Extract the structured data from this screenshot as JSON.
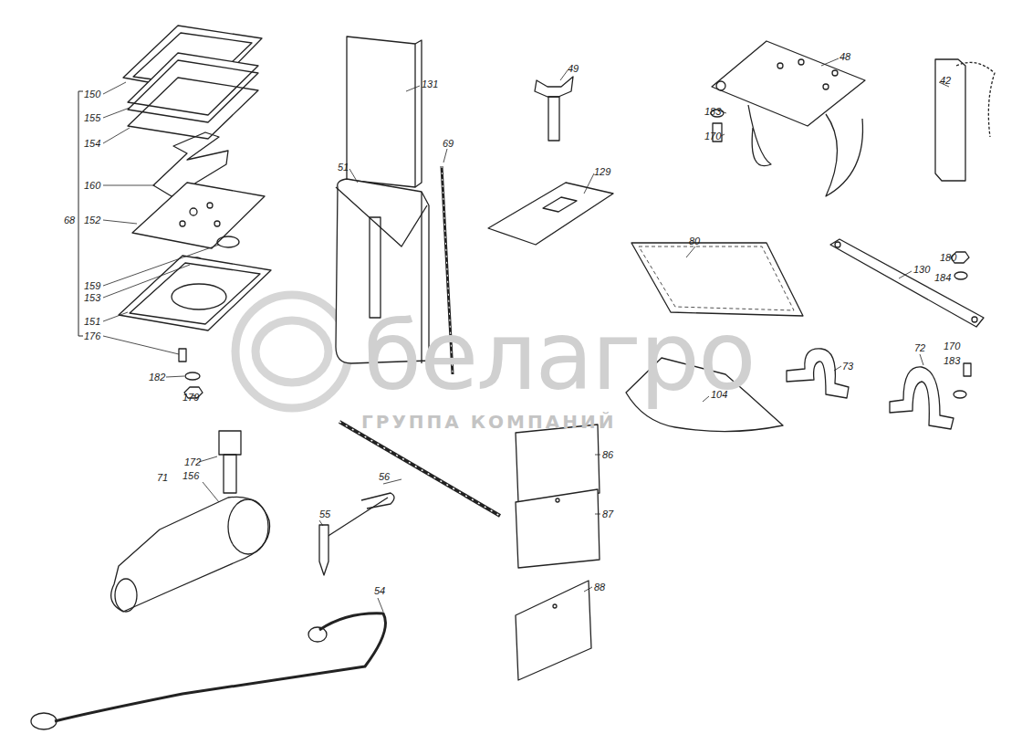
{
  "diagram": {
    "labels": [
      "150",
      "155",
      "154",
      "160",
      "68",
      "152",
      "159",
      "153",
      "151",
      "176",
      "182",
      "179",
      "131",
      "51",
      "69",
      "49",
      "129",
      "48",
      "183",
      "170",
      "42",
      "80",
      "130",
      "180",
      "184",
      "73",
      "104",
      "72",
      "170",
      "183",
      "86",
      "87",
      "88",
      "56",
      "55",
      "54",
      "71",
      "156",
      "172",
      "белагро",
      "ГРУППА КОМПАНИЙ"
    ]
  }
}
